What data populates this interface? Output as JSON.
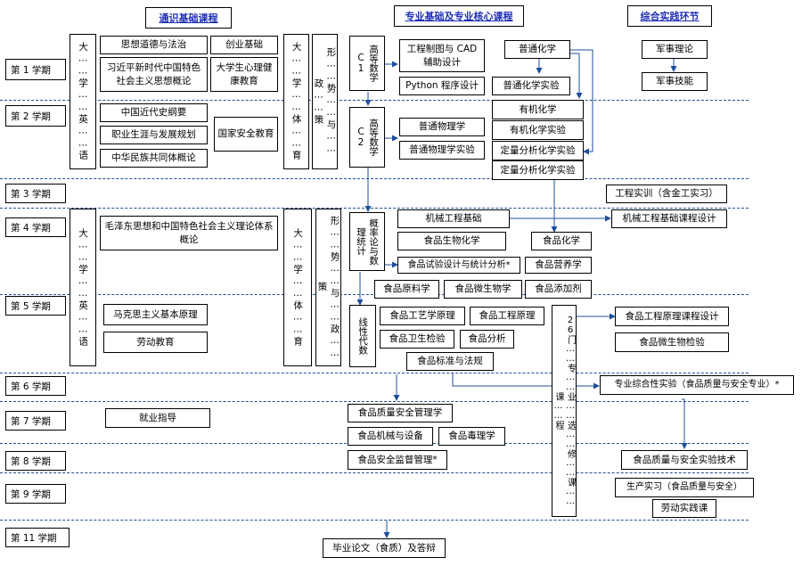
{
  "headers": {
    "general": "通识基础课程",
    "professional": "专业基础及专业核心课程",
    "practice": "综合实践环节"
  },
  "semesters": [
    "第 1 学期",
    "第 2 学期",
    "第 3 学期",
    "第 4 学期",
    "第 5 学期",
    "第 6 学期",
    "第 7 学期",
    "第 8 学期",
    "第 9 学期",
    "第 11 学期"
  ],
  "vertical": {
    "english1": "大……学……英……语",
    "pe1": "大……学……体……育",
    "politics1": "形……势……与……政……策",
    "english2": "大……学……英……语",
    "pe2": "大……学……体……育",
    "politics2": "形……势……与……政……策",
    "math1": "高等数学C1",
    "math2": "高等数学C2",
    "prob": "概率论与数理统计",
    "linalg": "线性代数",
    "electives": "26门……专……业……选……修……课……课……程"
  },
  "courses": {
    "morality": "思想道德与法治",
    "innovation": "创业基础",
    "xi_thought": "习近平新时代中国特色社会主义思想概论",
    "psychology": "大学生心理健康教育",
    "history": "中国近代史纲要",
    "career": "职业生涯与发展规划",
    "nation": "中华民族共同体概论",
    "security": "国家安全教育",
    "mao": "毛泽东思想和中国特色社会主义理论体系概论",
    "marx": "马克思主义基本原理",
    "labor": "劳动教育",
    "employment": "就业指导",
    "drawing": "工程制图与 CAD 辅助设计",
    "python": "Python 程序设计",
    "gen_chem": "普通化学",
    "gen_chem_lab": "普通化学实验",
    "physics": "普通物理学",
    "physics_lab": "普通物理学实验",
    "org_chem": "有机化学",
    "org_chem_lab": "有机化学实验",
    "quant_lab": "定量分析化学实验",
    "quant": "定量分析化学实验",
    "mech": "机械工程基础",
    "food_bio": "食品生物化学",
    "food_chem": "食品化学",
    "exp_design": "食品试验设计与统计分析*",
    "nutrition": "食品营养学",
    "raw_mat": "食品原料学",
    "microbio": "食品微生物学",
    "additive": "食品添加剂",
    "tech": "食品工艺学原理",
    "eng_prin": "食品工程原理",
    "hygiene": "食品卫生检验",
    "analysis": "食品分析",
    "standards": "食品标准与法规",
    "quality": "食品质量安全管理学",
    "machinery": "食品机械与设备",
    "toxicology": "食品毒理学",
    "supervision": "食品安全监督管理*",
    "thesis": "毕业论文（食质）及答辩"
  },
  "practice": {
    "military_theory": "军事理论",
    "military_skill": "军事技能",
    "workshop": "工程实训（含金工实习）",
    "mech_design": "机械工程基础课程设计",
    "eng_design": "食品工程原理课程设计",
    "micro_test": "食品微生物检验",
    "comprehensive": "专业综合性实验（食品质量与安全专业）*",
    "tech_lab": "食品质量与安全实验技术",
    "internship": "生产实习（食品质量与安全）",
    "labor_practice": "劳动实践课"
  }
}
